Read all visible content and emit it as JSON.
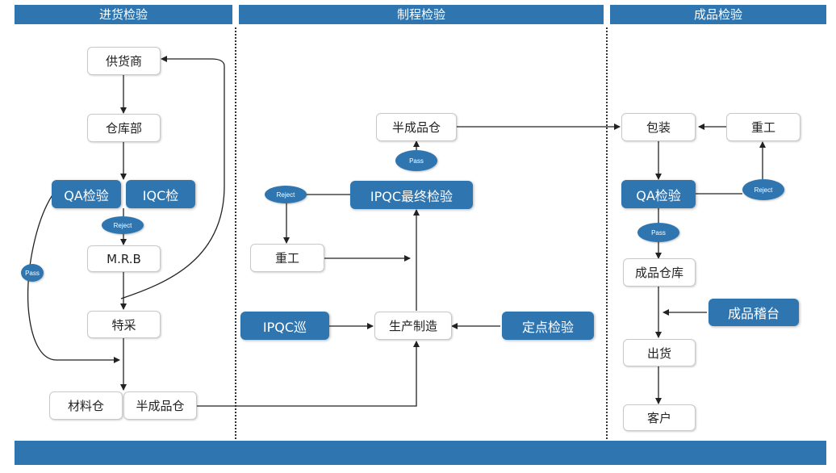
{
  "headers": {
    "incoming": "进货检验",
    "process": "制程检验",
    "finished": "成品检验"
  },
  "incoming": {
    "supplier": "供货商",
    "warehouse": "仓库部",
    "qa_check": "QA检验",
    "iqc_check": "IQC检",
    "reject": "Reject",
    "pass": "Pass",
    "mrb": "M.R.B",
    "special_purchase": "特采",
    "material_store": "材料仓",
    "semi_store": "半成品仓"
  },
  "process": {
    "semi_store": "半成品仓",
    "pass": "Pass",
    "reject": "Reject",
    "ipqc_final": "IPQC最终检验",
    "rework": "重工",
    "ipqc_patrol": "IPQC巡",
    "production": "生产制造",
    "fixed_point": "定点检验"
  },
  "finished": {
    "packing": "包装",
    "rework": "重工",
    "qa_check": "QA检验",
    "reject": "Reject",
    "pass": "Pass",
    "fg_warehouse": "成品仓库",
    "fg_audit": "成品稽台",
    "shipping": "出货",
    "customer": "客户"
  },
  "colors": {
    "accent": "#2f75b0",
    "line": "#222222"
  }
}
